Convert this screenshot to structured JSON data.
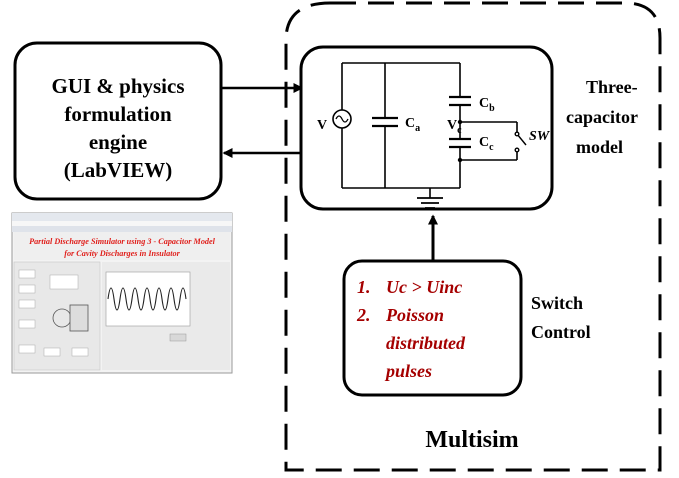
{
  "gui_box": {
    "lines": [
      "GUI & physics",
      "formulation",
      "engine",
      "(LabVIEW)"
    ]
  },
  "circuit": {
    "source_label": "V",
    "cap_a": {
      "main": "C",
      "sub": "a"
    },
    "cap_b": {
      "main": "C",
      "sub": "b"
    },
    "cap_c": {
      "main": "C",
      "sub": "c"
    },
    "node_v": {
      "main": "V",
      "sub": "c"
    },
    "switch_label": "SW"
  },
  "model_label": {
    "lines": [
      "Three-",
      "capacitor",
      "model"
    ]
  },
  "switch_box": {
    "items": [
      {
        "number": "1.",
        "lines": [
          "Uc > Uinc"
        ]
      },
      {
        "number": "2.",
        "lines": [
          "Poisson",
          "distributed",
          "pulses"
        ]
      }
    ]
  },
  "switch_control_label": {
    "lines": [
      "Switch",
      "Control"
    ]
  },
  "multisim_label": "Multisim",
  "screenshot": {
    "title_lines": [
      "Partial Discharge Simulator using 3 - Capacitor Model",
      "for Cavity Discharges in Insulator"
    ]
  },
  "colors": {
    "line": "#000000",
    "list_text": "#a50000",
    "screenshot_title": "#e0201c",
    "plot_trace": "#222222"
  }
}
